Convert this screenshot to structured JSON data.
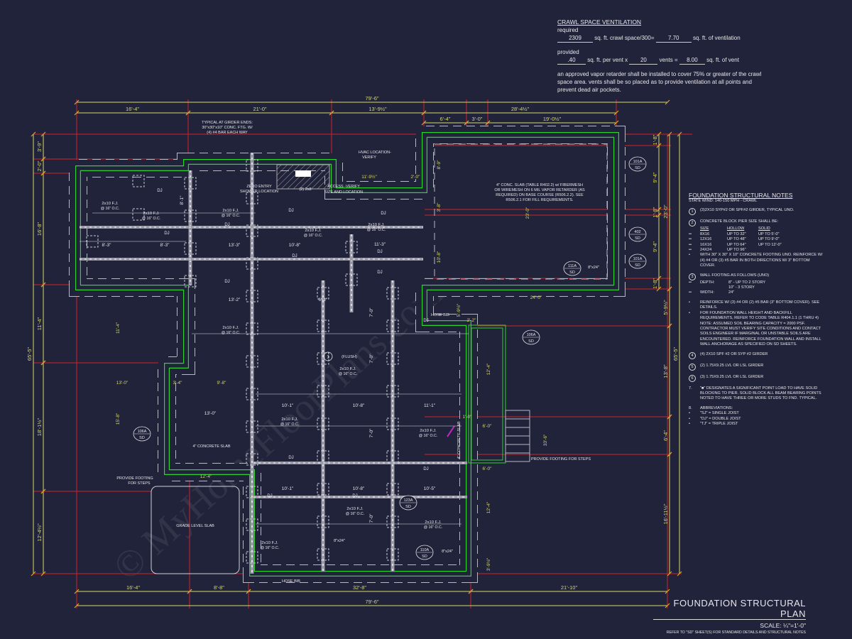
{
  "ventilation": {
    "title": "CRAWL SPACE VENTILATION",
    "required_label": "required",
    "sqft": "2309",
    "sqft_text": "sq. ft. crawl space/300=",
    "required_value": "7.70",
    "required_unit": "sq. ft. of ventilation",
    "provided_label": "provided",
    "per_vent": ".40",
    "per_vent_text": "sq. ft. per vent x",
    "vent_count": "20",
    "vent_text": "vents =",
    "provided_value": "8.00",
    "provided_unit": "sq. ft. of vent",
    "note": "an approved vapor retarder shall be installed to cover 75% or greater of the crawl space area. vents shall be so placed as to provide ventilation at all points and prevent dead air pockets."
  },
  "notes": {
    "title": "FOUNDATION STRUCTURAL NOTES",
    "state": "STATE Wind: 140-150 mph - CRAWL",
    "n1": {
      "num": "1",
      "text": "(3)2x10 SYP#2 OR SPF#2 GIRDER, TYPICAL UNO."
    },
    "n2": {
      "num": "2",
      "text": "CONCRETE BLOCK PIER SIZE SHALL BE:",
      "headers": [
        "SIZE",
        "HOLLOW",
        "SOLID"
      ],
      "rows": [
        [
          "8x16",
          "UP TO 32\"",
          "UP TO 5'-0\""
        ],
        [
          "12x16",
          "UP TO 48\"",
          "UP TO 9'-0\""
        ],
        [
          "16x16",
          "UP TO 64\"",
          "UP TO 12'-0\""
        ],
        [
          "24x24",
          "UP TO 96\"",
          ""
        ]
      ],
      "footing": "WITH 30\" x 30\" x 10\" CONCRETE FOOTING UNO. REINFORCE W/ (4) #4 OR (3) #5 BAR IN BOTH DIRECTIONS W/ 3\" BOTTOM COVER."
    },
    "n3": {
      "num": "3",
      "text": "WALL FOOTING AS FOLLOWS (UNO)",
      "depth_label": "DEPTH:",
      "depth1": "8\" - UP TO 2 STORY",
      "depth2": "10\" - 3 STORY",
      "width_label": "WIDTH:",
      "width": "24\"",
      "reinforce": "REINFORCE W/ (3) #4 OR (2) #5 BAR (3\" BOTTOM COVER). SEE DETAILS.",
      "wall": "FOR FOUNDATION WALL HEIGHT AND BACKFILL REQUIREMENTS, REFER TO CODE TABLE R404.1.1 (1 THRU 4) NOTE: ASSUMED SOIL BEARING CAPACITY = 2000 PSF. CONTRACTOR MUST VERIFY SITE CONDITIONS AND CONTACT SOILS ENGINEER IF MARGINAL OR UNSTABLE SOILS ARE ENCOUNTERED. REINFORCE FOUNDATION WALL AND INSTALL WALL ANCHORAGE AS SPECIFIED ON SD SHEETS."
    },
    "n4": {
      "num": "4",
      "text": "(4) 2x10 SPF #2 OR SYP #2 GIRDER"
    },
    "n5": {
      "num": "5",
      "text": "(2) 1.75x9.25 LVL OR LSL GIRDER"
    },
    "n6": {
      "num": "6",
      "text": "(3) 1.75x9.25 LVL OR LSL GIRDER"
    },
    "n7": {
      "num": "7.",
      "text": "\"■\" DESIGNATES A SIGNIFICANT POINT LOAD TO HAVE SOLID BLOCKING TO PIER. SOLID BLOCK ALL BEAM BEARING POINTS NOTED TO HAVE THREE OR MORE STUDS TO FND. TYPICAL."
    },
    "n8": {
      "num": "8.",
      "text": "ABBREVIATIONS:",
      "items": [
        "\"SJ\" = SINGLE JOIST",
        "\"DJ\" = DOUBLE JOIST",
        "\"TJ\" = TRIPLE JOIST"
      ]
    }
  },
  "title_block": {
    "title": "FOUNDATION STRUCTURAL PLAN",
    "scale": "SCALE: ¼\"=1'-0\"",
    "refer": "REFER TO \"SD\" SHEET(S) FOR STANDARD DETAILS AND STRUCTURAL NOTES"
  },
  "dimensions": {
    "top": [
      "79'-6\"",
      "16'-4\"",
      "21'-0\"",
      "13'-9½\"",
      "28'-4½\"",
      "6'-4\"",
      "3'-0\"",
      "19'-0½\""
    ],
    "left": [
      "65'-5\"",
      "3'-9\"",
      "2'-0\"",
      "16'-8\"",
      "11'-4\"",
      "18'-1½\"",
      "12'-4½\""
    ],
    "right": [
      "1'-8\"",
      "9'-4\"",
      "1'-8\"",
      "9'-4\"",
      "1'-8\"",
      "23'-0\"",
      "5'-9½\"",
      "13'-8\"",
      "6'-4\"",
      "16'-11½\"",
      "65'-5\""
    ],
    "bottom": [
      "16'-4\"",
      "8'-8\"",
      "32'-8\"",
      "21'-10\"",
      "79'-6\""
    ]
  },
  "plan": {
    "callout_notes": [
      "TYPICAL AT GIRDER ENDS:",
      "30\"x30\"x10\" CONC. FTG. W/",
      "(4) #4 BAR EACH WAY",
      "HVAC LOCATION-",
      "VERIFY",
      "ZERO ENTRY",
      "SHOWER LOCATION",
      "ACCESS -VERIFY",
      "SIZE AND LOCATION",
      "(2) 2x8",
      "4\" CONC. SLAB (TABLE R402.2) w/ FIBERMESH",
      "OR WIREMESH ON 6 MIL VAPOR RETARDER (AS",
      "REQUIRED) ON BASE COURSE (R506.2.2). SEE",
      "R506.2.1 FOR FILL REQUIREMENTS.",
      "4\" CONCRETE SLAB",
      "GRADE LEVEL SLAB",
      "PROVIDE FOOTING",
      "FOR STEPS",
      "PROVIDE FOOTING FOR STEPS",
      "(FLUSH)",
      "HOSE BIB",
      "HOSE BIB",
      "8\"x24\"",
      "8\"x24\"",
      "8\"x24\""
    ],
    "joist_label": "2x10 F.J.",
    "joist_spacing": "@ 16\" O.C.",
    "joist_count": 12,
    "dj_label": "DJ",
    "interior_dims": [
      "8'-3\"",
      "8'-3\"",
      "13'-3\"",
      "10'-8\"",
      "11'-3\"",
      "13'-2\"",
      "6'-1\"",
      "8'-1\"",
      "11'-9½\"",
      "2'-0\"",
      "8'-9\"",
      "3'-8\"",
      "10'-8\"",
      "23'-0\"",
      "24'-0\"",
      "5'-9½\"",
      "2'-2\"",
      "11'-4\"",
      "13'-0\"",
      "3'-4\"",
      "9'-8\"",
      "13'-0\"",
      "10'-1\"",
      "10'-8\"",
      "11'-1\"",
      "15'-8\"",
      "12'-4\"",
      "10'-1\"",
      "10'-8\"",
      "10'-5\"",
      "1'-0\"",
      "6'-0\"",
      "6'-0\"",
      "12'-4\"",
      "12'-4\"",
      "33'-6\"",
      "3'-9½\"",
      "7'-0\"",
      "7'-0\"",
      "7'-0\"",
      "7'-0\""
    ],
    "sections": [
      [
        "101A",
        "SD"
      ],
      [
        "402",
        "SD"
      ],
      [
        "101A",
        "SD"
      ],
      [
        "111A",
        "SD"
      ],
      [
        "106A",
        "SD"
      ],
      [
        "106A",
        "SD"
      ],
      [
        "123A",
        "SD"
      ],
      [
        "110A",
        "SD"
      ]
    ],
    "pier_tags": [
      "1"
    ]
  },
  "watermark": "© MyHomeFloorPlans.com",
  "colors": {
    "background": "#21233a",
    "wall": "#2fd12f",
    "dimension": "#d8d860",
    "extension": "#d0202a",
    "footing": "#b8b8c4",
    "text": "#e6e6ea"
  }
}
